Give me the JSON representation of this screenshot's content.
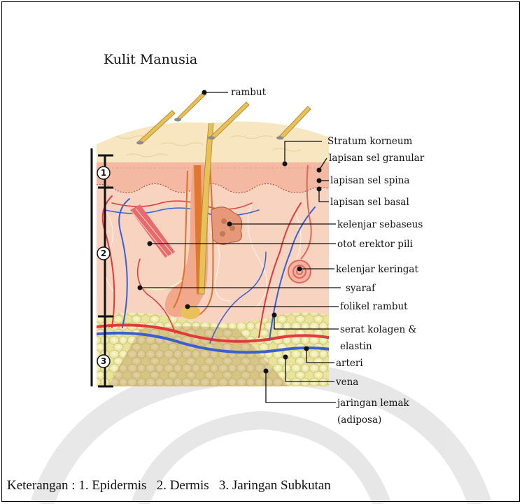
{
  "title": "Kulit Manusia",
  "labels": {
    "rambut": "rambut",
    "stratum_korneum": "Stratum korneum",
    "lapisan_sel_granular": "lapisan sel granular",
    "lapisan_sel_spina": "lapisan sel spina",
    "lapisan_sel_basal": "lapisan sel  basal",
    "kelenjar_sebaseus": "kelenjar sebaseus",
    "otot_erektor_pili": "otot erektor pili",
    "kelenjar_keringat": "kelenjar keringat",
    "syaraf": "syaraf",
    "folikel_rambut": "folikel rambut",
    "serat_kolagen_1": "serat kolagen &",
    "serat_kolagen_2": "elastin",
    "arteri": "arteri",
    "vena": "vena",
    "jaringan_lemak_1": "jaringan lemak",
    "jaringan_lemak_2": "(adiposa)"
  },
  "layers": [
    "1",
    "2",
    "3"
  ],
  "caption": {
    "prefix": "Keterangan : ",
    "item1": "1. Epidermis",
    "item2": "2. Dermis",
    "item3": "3. Jaringan Subkutan"
  },
  "colors": {
    "stratum": "#f7e6bf",
    "epidermis": "#f3c2a8",
    "dermis": "#f6cdb5",
    "fat": "#f2f0b0",
    "artery": "#e03a3a",
    "vein": "#3a5fd0",
    "hair": "#e8c15a",
    "follicle": "#d9722f"
  }
}
